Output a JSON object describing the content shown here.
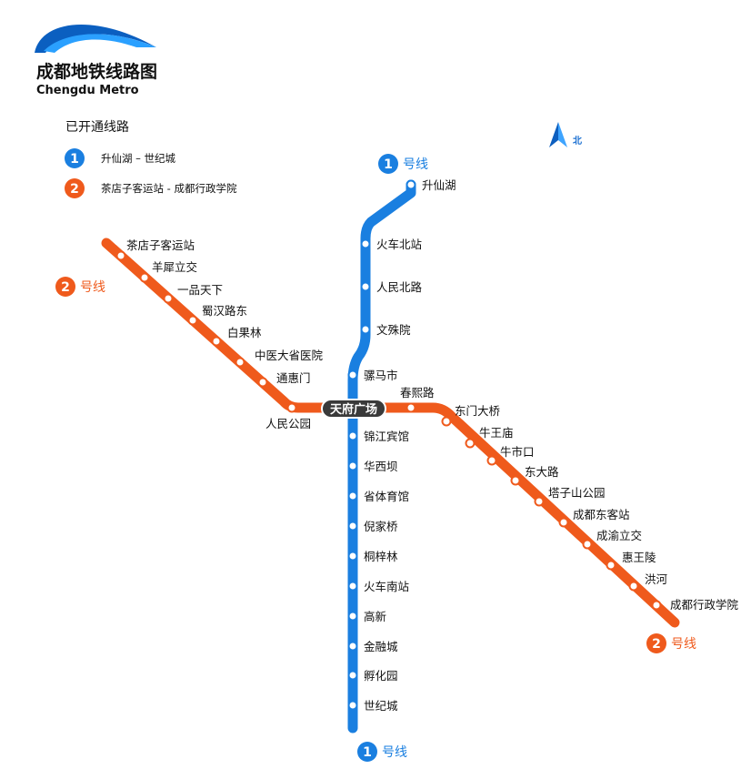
{
  "header": {
    "title_cn": "成都地铁线路图",
    "title_en": "Chengdu Metro"
  },
  "legend": {
    "heading": "已开通线路",
    "lines": [
      {
        "number": "1",
        "text": "升仙湖 – 世纪城",
        "color": "#1a7fe0"
      },
      {
        "number": "2",
        "text": "茶店子客运站 - 成都行政学院",
        "color": "#ef5a1c"
      }
    ]
  },
  "compass": {
    "label": "北",
    "icon": "north-arrow-icon"
  },
  "colors": {
    "line1": "#1a7fe0",
    "line2": "#ef5a1c",
    "interchange": "#3a3a3a"
  },
  "line_suffix": "号线",
  "interchange": {
    "name": "天府广场"
  },
  "line1": {
    "number": "1",
    "stations": [
      "升仙湖",
      "火车北站",
      "人民北路",
      "文殊院",
      "骡马市",
      "锦江宾馆",
      "华西坝",
      "省体育馆",
      "倪家桥",
      "桐梓林",
      "火车南站",
      "高新",
      "金融城",
      "孵化园",
      "世纪城"
    ]
  },
  "line2": {
    "number": "2",
    "stations_west": [
      "茶店子客运站",
      "羊犀立交",
      "一品天下",
      "蜀汉路东",
      "白果林",
      "中医大省医院",
      "通惠门",
      "人民公园"
    ],
    "stations_east": [
      "春熙路",
      "东门大桥",
      "牛王庙",
      "牛市口",
      "东大路",
      "塔子山公园",
      "成都东客站",
      "成渝立交",
      "惠王陵",
      "洪河",
      "成都行政学院"
    ]
  }
}
